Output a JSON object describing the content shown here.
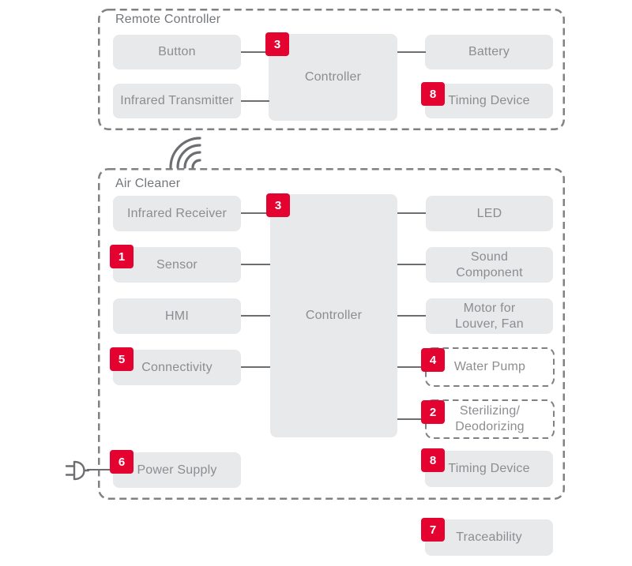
{
  "colors": {
    "badge_red": "#e40230",
    "box_gray": "#e8e9ea",
    "label_text": "#8b8d90",
    "title_text": "#73767a",
    "line": "#6d6e71",
    "dash": "#7f8285"
  },
  "remote_controller": {
    "title": "Remote Controller",
    "button": {
      "label": "Button"
    },
    "infrared_transmitter": {
      "label": "Infrared Transmitter"
    },
    "controller": {
      "label": "Controller",
      "badge": "3"
    },
    "battery": {
      "label": "Battery"
    },
    "timing_device": {
      "label": "Timing Device",
      "badge": "8"
    }
  },
  "air_cleaner": {
    "title": "Air Cleaner",
    "infrared_receiver": {
      "label": "Infrared Receiver"
    },
    "sensor": {
      "label": "Sensor",
      "badge": "1"
    },
    "hmi": {
      "label": "HMI"
    },
    "connectivity": {
      "label": "Connectivity",
      "badge": "5"
    },
    "power_supply": {
      "label": "Power Supply",
      "badge": "6"
    },
    "controller": {
      "label": "Controller",
      "badge": "3"
    },
    "led": {
      "label": "LED"
    },
    "sound_component": {
      "label": "Sound\nComponent"
    },
    "motor_louver_fan": {
      "label": "Motor for\nLouver, Fan"
    },
    "water_pump": {
      "label": "Water Pump",
      "badge": "4"
    },
    "sterilizing_deodorizing": {
      "label": "Sterilizing/\nDeodorizing",
      "badge": "2"
    },
    "timing_device": {
      "label": "Timing Device",
      "badge": "8"
    }
  },
  "traceability": {
    "label": "Traceability",
    "badge": "7"
  },
  "icons": {
    "wireless": "wireless-signal-icon",
    "power_plug": "power-plug-icon"
  }
}
